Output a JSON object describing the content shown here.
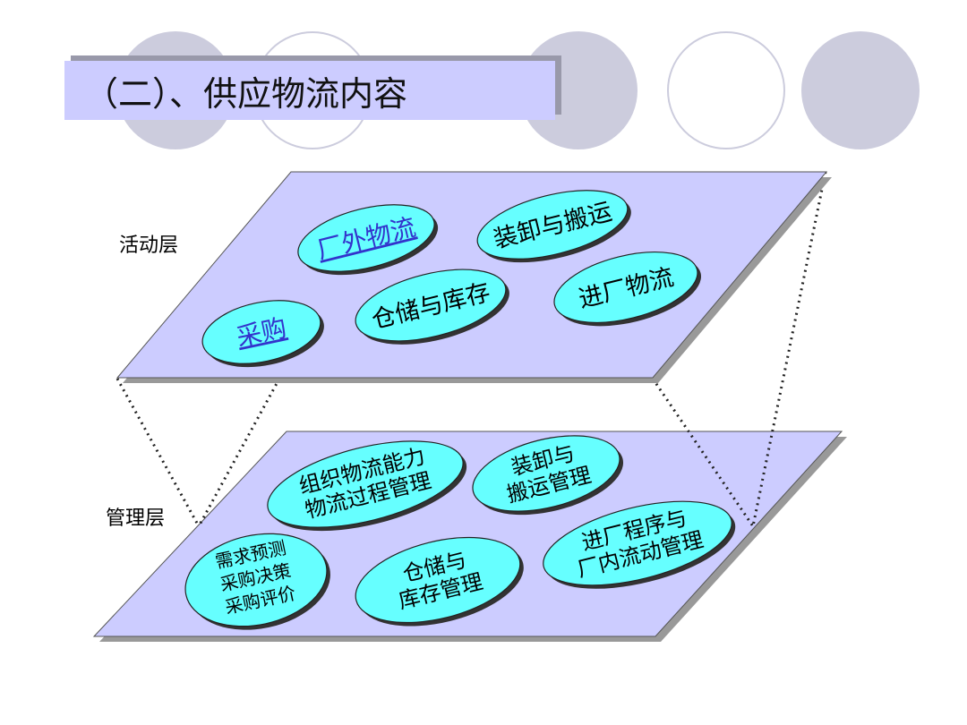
{
  "title": "（二）、供应物流内容",
  "layers": {
    "activity_label": "活动层",
    "management_label": "管理层"
  },
  "activity": {
    "external_logistics": "厂外物流",
    "handling": "装卸与搬运",
    "warehousing": "仓储与库存",
    "inbound_logistics": "进厂物流",
    "procurement": "采购"
  },
  "management": {
    "capacity_line1": "组织物流能力",
    "capacity_line2": "物流过程管理",
    "handling_line1": "装卸与",
    "handling_line2": "搬运管理",
    "inbound_line1": "进厂程序与",
    "inbound_line2": "厂内流动管理",
    "demand_line1": "需求预测",
    "demand_line2": "采购决策",
    "demand_line3": "采购评价",
    "storage_line1": "仓储与",
    "storage_line2": "库存管理"
  },
  "colors": {
    "plane": "#ccccff",
    "oval": "#66ffff",
    "decor_circle": "#ccccdd",
    "link": "#3333cc"
  }
}
